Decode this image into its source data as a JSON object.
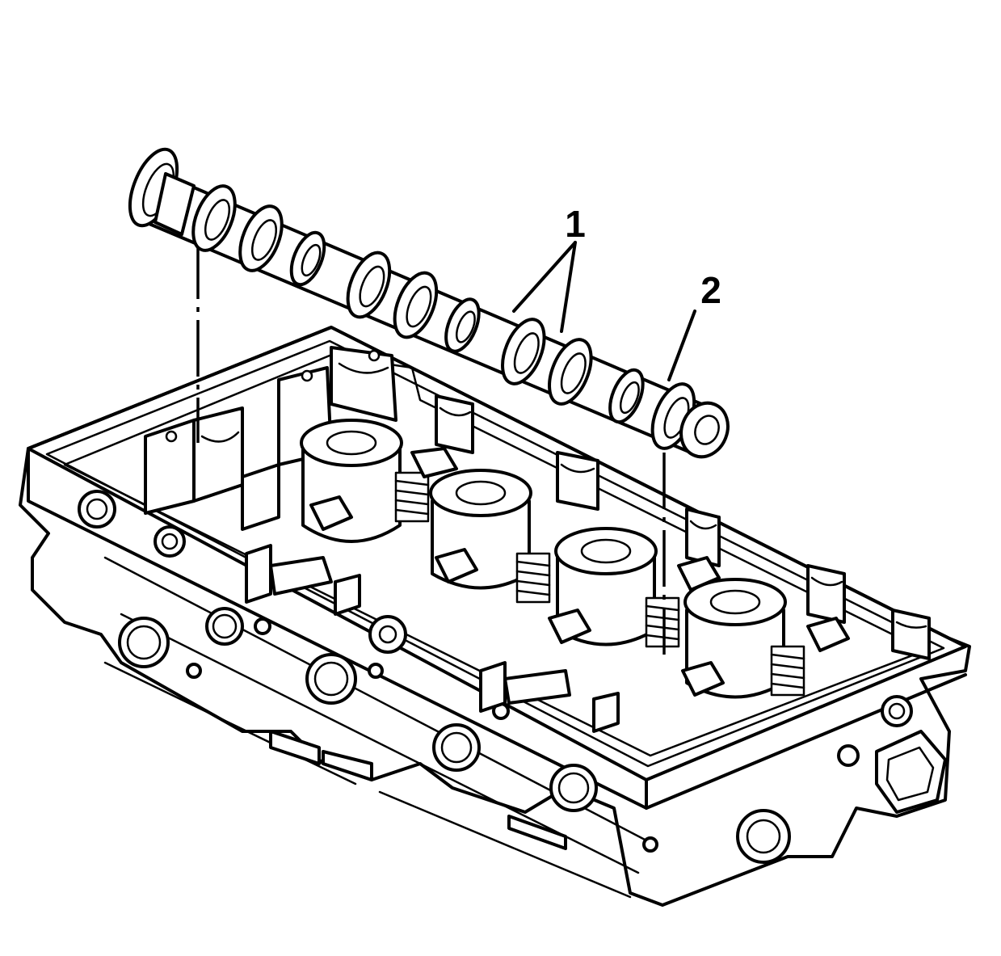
{
  "callouts": [
    {
      "id": "1",
      "label": "1"
    },
    {
      "id": "2",
      "label": "2"
    }
  ],
  "colors": {
    "line": "#000000",
    "fill": "#ffffff"
  }
}
